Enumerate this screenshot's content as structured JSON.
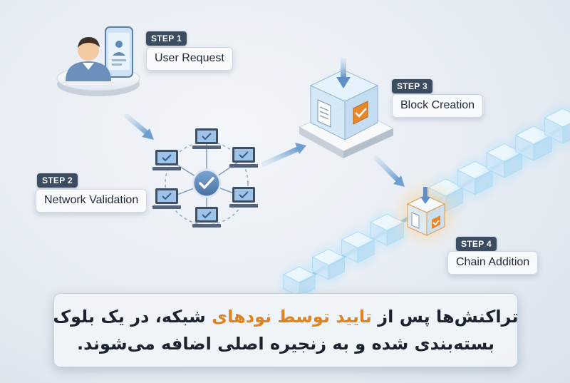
{
  "steps": [
    {
      "badge": "STEP 1",
      "label": "User Request"
    },
    {
      "badge": "STEP 2",
      "label": "Network Validation"
    },
    {
      "badge": "STEP 3",
      "label": "Block Creation"
    },
    {
      "badge": "STEP 4",
      "label": "Chain Addition"
    }
  ],
  "caption": {
    "line1_before": "تراکنش‌ها پس از ",
    "line1_highlight": "تایید توسط نودهای",
    "line1_after": " شبکه، در یک بلوک",
    "line2": "بسته‌بندی شده و به زنجیره اصلی اضافه می‌شوند."
  },
  "colors": {
    "accent": "#e0821e",
    "badge_bg": "#3c4d62",
    "node_blue": "#5b8fc4",
    "cube_glow": "#a9dcf5"
  }
}
